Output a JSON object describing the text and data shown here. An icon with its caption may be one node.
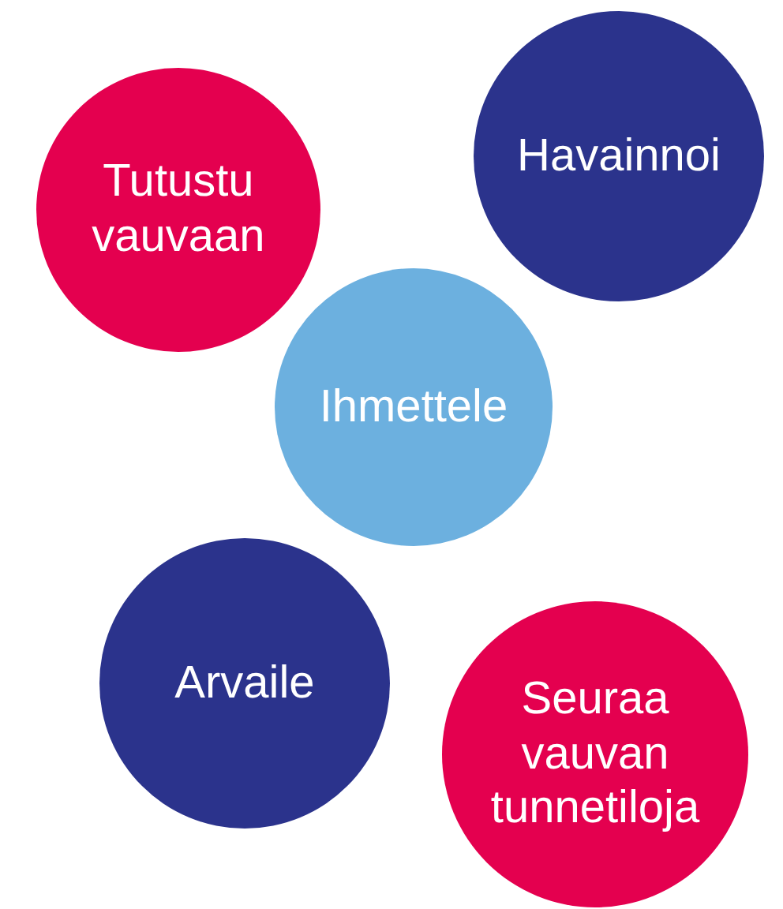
{
  "diagram": {
    "nodes": [
      {
        "text": [
          "Tutustu vauvaan"
        ]
      },
      {
        "text": [
          "Havainnoi"
        ]
      },
      {
        "text": [
          "Ihmettele"
        ]
      },
      {
        "text": [
          "Arvaile"
        ]
      },
      {
        "text": [
          "Seuraa vauvan tunnetiloja"
        ]
      }
    ],
    "edges": []
  }
}
